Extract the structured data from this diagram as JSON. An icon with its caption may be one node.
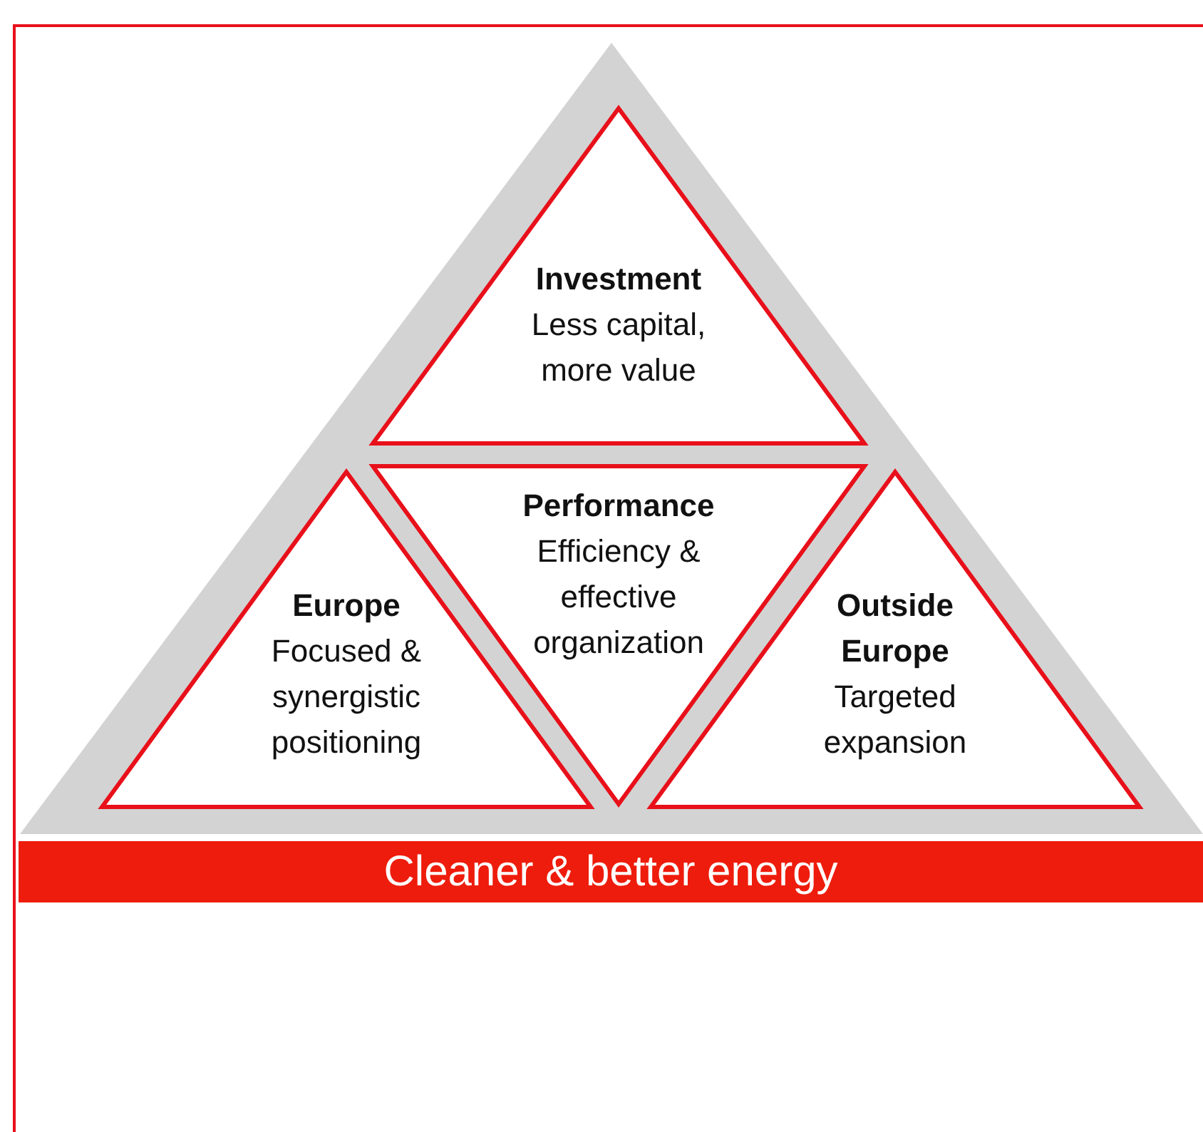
{
  "diagram": {
    "nodes": [
      {
        "text": [],
        "shape": "triangle"
      },
      {
        "text": [
          "Investment",
          "Less capital, more value"
        ],
        "in": 0
      },
      {
        "text": [
          "Europe",
          "Focused & synergistic positioning"
        ],
        "in": 0
      },
      {
        "text": [
          "Performance",
          "Efficiency & effective organization"
        ],
        "in": 0
      },
      {
        "text": [
          "Outside Europe",
          "Targeted expansion"
        ],
        "in": 0
      },
      {
        "text": [
          "Cleaner & better energy"
        ]
      }
    ]
  }
}
